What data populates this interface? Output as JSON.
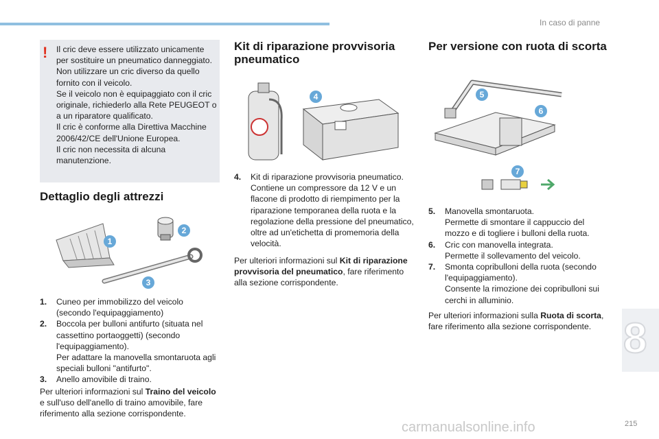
{
  "header": {
    "section": "In caso di panne"
  },
  "warning": {
    "mark": "!",
    "lines": [
      "Il cric deve essere utilizzato unicamente per sostituire un pneumatico danneggiato.",
      "Non utilizzare un cric diverso da quello fornito con il veicolo.",
      "Se il veicolo non è equipaggiato con il cric originale, richiederlo alla Rete PEUGEOT o a un riparatore qualificato.",
      "Il cric è conforme alla Direttiva Macchine 2006/42/CE dell'Unione Europea.",
      "Il cric non necessita di alcuna manutenzione."
    ]
  },
  "tools": {
    "title": "Dettaglio degli attrezzi",
    "badges": [
      "1",
      "2",
      "3"
    ],
    "items": [
      {
        "num": "1.",
        "lines": [
          "Cuneo per immobilizzo del veicolo (secondo l'equipaggiamento)"
        ]
      },
      {
        "num": "2.",
        "lines": [
          "Boccola per bulloni antifurto (situata nel cassettino portaoggetti) (secondo l'equipaggiamento).",
          "Per adattare la manovella smontaruota agli speciali bulloni \"antifurto\"."
        ]
      },
      {
        "num": "3.",
        "lines": [
          "Anello amovibile di traino."
        ]
      }
    ],
    "more_pre": "Per ulteriori informazioni sul ",
    "more_bold": "Traino del veicolo",
    "more_post": " e sull'uso dell'anello di traino amovibile, fare riferimento alla sezione corrispondente."
  },
  "kit": {
    "title": "Kit di riparazione provvisoria pneumatico",
    "badge": "4",
    "item": {
      "num": "4.",
      "lines": [
        "Kit di riparazione provvisoria pneumatico.",
        "Contiene un compressore da 12 V e un flacone di prodotto di riempimento per la riparazione temporanea della ruota e la regolazione della pressione del pneumatico, oltre ad un'etichetta di promemoria della velocità."
      ]
    },
    "more_pre": "Per ulteriori informazioni sul ",
    "more_bold": "Kit di riparazione provvisoria del pneumatico",
    "more_post": ", fare riferimento alla sezione corrispondente."
  },
  "spare": {
    "title": "Per versione con ruota di scorta",
    "badges": [
      "5",
      "6",
      "7"
    ],
    "items": [
      {
        "num": "5.",
        "lines": [
          "Manovella smontaruota.",
          "Permette di smontare il cappuccio del mozzo e di togliere i bulloni della ruota."
        ]
      },
      {
        "num": "6.",
        "lines": [
          "Cric con manovella integrata.",
          "Permette il sollevamento del veicolo."
        ]
      },
      {
        "num": "7.",
        "lines": [
          "Smonta copribulloni della ruota (secondo l'equipaggiamento).",
          "Consente la rimozione dei copribulloni sui cerchi in alluminio."
        ]
      }
    ],
    "more_pre": "Per ulteriori informazioni sulla ",
    "more_bold": "Ruota di scorta",
    "more_post": ", fare riferimento alla sezione corrispondente."
  },
  "chapter": "8",
  "page_number": "215",
  "watermark": "carmanualsonline.info",
  "colors": {
    "accent": "#67a8d8",
    "warning": "#e0301e",
    "box": "#e8eaee"
  }
}
